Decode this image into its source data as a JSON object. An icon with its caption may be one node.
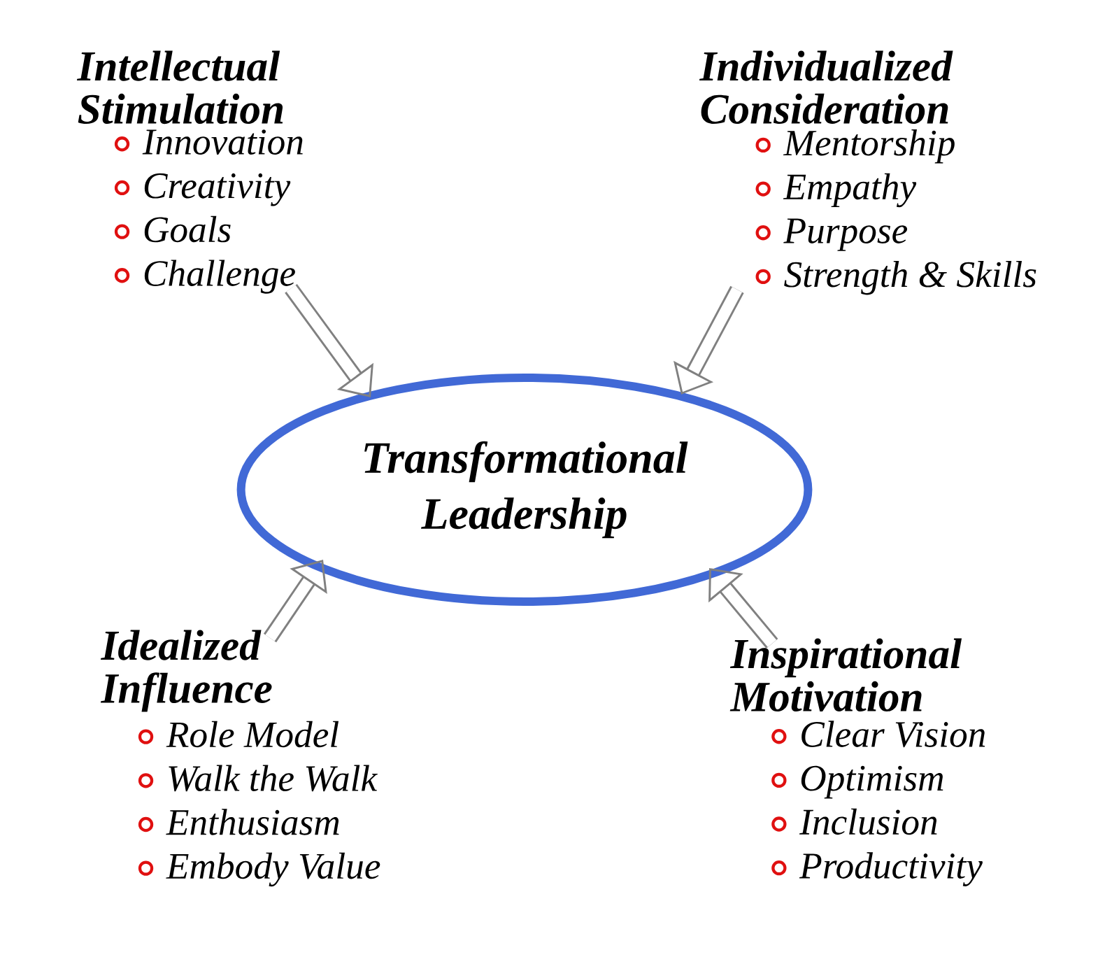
{
  "diagram": {
    "nodes": [
      {
        "text": [
          "Transformational Leadership"
        ]
      },
      {
        "text": [
          "Intellectual Stimulation",
          "Innovation",
          "Creativity",
          "Goals",
          "Challenge"
        ]
      },
      {
        "text": [
          "Individualized Consideration",
          "Mentorship",
          "Empathy",
          "Purpose",
          "Strength & Skills"
        ]
      },
      {
        "text": [
          "Idealized Influence",
          "Role Model",
          "Walk the Walk",
          "Enthusiasm",
          "Embody Value"
        ]
      },
      {
        "text": [
          "Inspirational Motivation",
          "Clear Vision",
          "Optimism",
          "Inclusion",
          "Productivity"
        ]
      }
    ],
    "edges": [
      {
        "from": 1,
        "to": 0,
        "arrow": "to"
      },
      {
        "from": 2,
        "to": 0,
        "arrow": "to"
      },
      {
        "from": 3,
        "to": 0,
        "arrow": "to"
      },
      {
        "from": 4,
        "to": 0,
        "arrow": "to"
      }
    ]
  }
}
